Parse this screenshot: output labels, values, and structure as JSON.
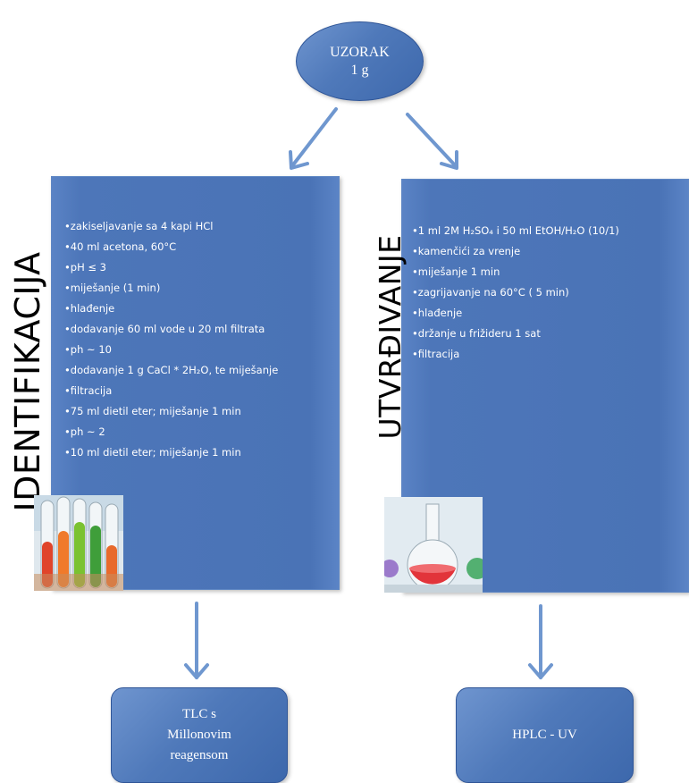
{
  "colors": {
    "shape_fill": "#4f79ba",
    "shape_border": "#2f5597",
    "arrow": "#6f97cf",
    "label_text": "#000000"
  },
  "source_node": {
    "text": "UZORAK\n1 g"
  },
  "left_branch": {
    "heading": "IDENTIFIKACIJA",
    "steps": [
      "•zakiseljavanje sa 4 kapi HCl",
      "•40 ml acetona, 60°C",
      "•pH ≤ 3",
      "•miješanje (1 min)",
      "•hlađenje",
      "•dodavanje 60 ml vode u 20 ml filtrata",
      "•ph ~ 10",
      "•dodavanje 1 g CaCl * 2H₂O, te miješanje",
      "•filtracija",
      "•75 ml dietil eter; miješanje 1 min",
      "•ph ~ 2",
      "•10 ml dietil eter; miješanje 1 min"
    ],
    "result": "TLC s\nMillonovim\nreagensom"
  },
  "right_branch": {
    "heading": "UTVRĐIVANJE",
    "steps": [
      "•1 ml 2M H₂SO₄ i 50 ml EtOH/H₂O (10/1)",
      "•kamenčići za vrenje",
      "•miješanje 1 min",
      "•zagrijavanje na 60°C ( 5 min)",
      "•hlađenje",
      "•držanje u frižideru 1 sat",
      "•filtracija"
    ],
    "result": "HPLC - UV"
  }
}
